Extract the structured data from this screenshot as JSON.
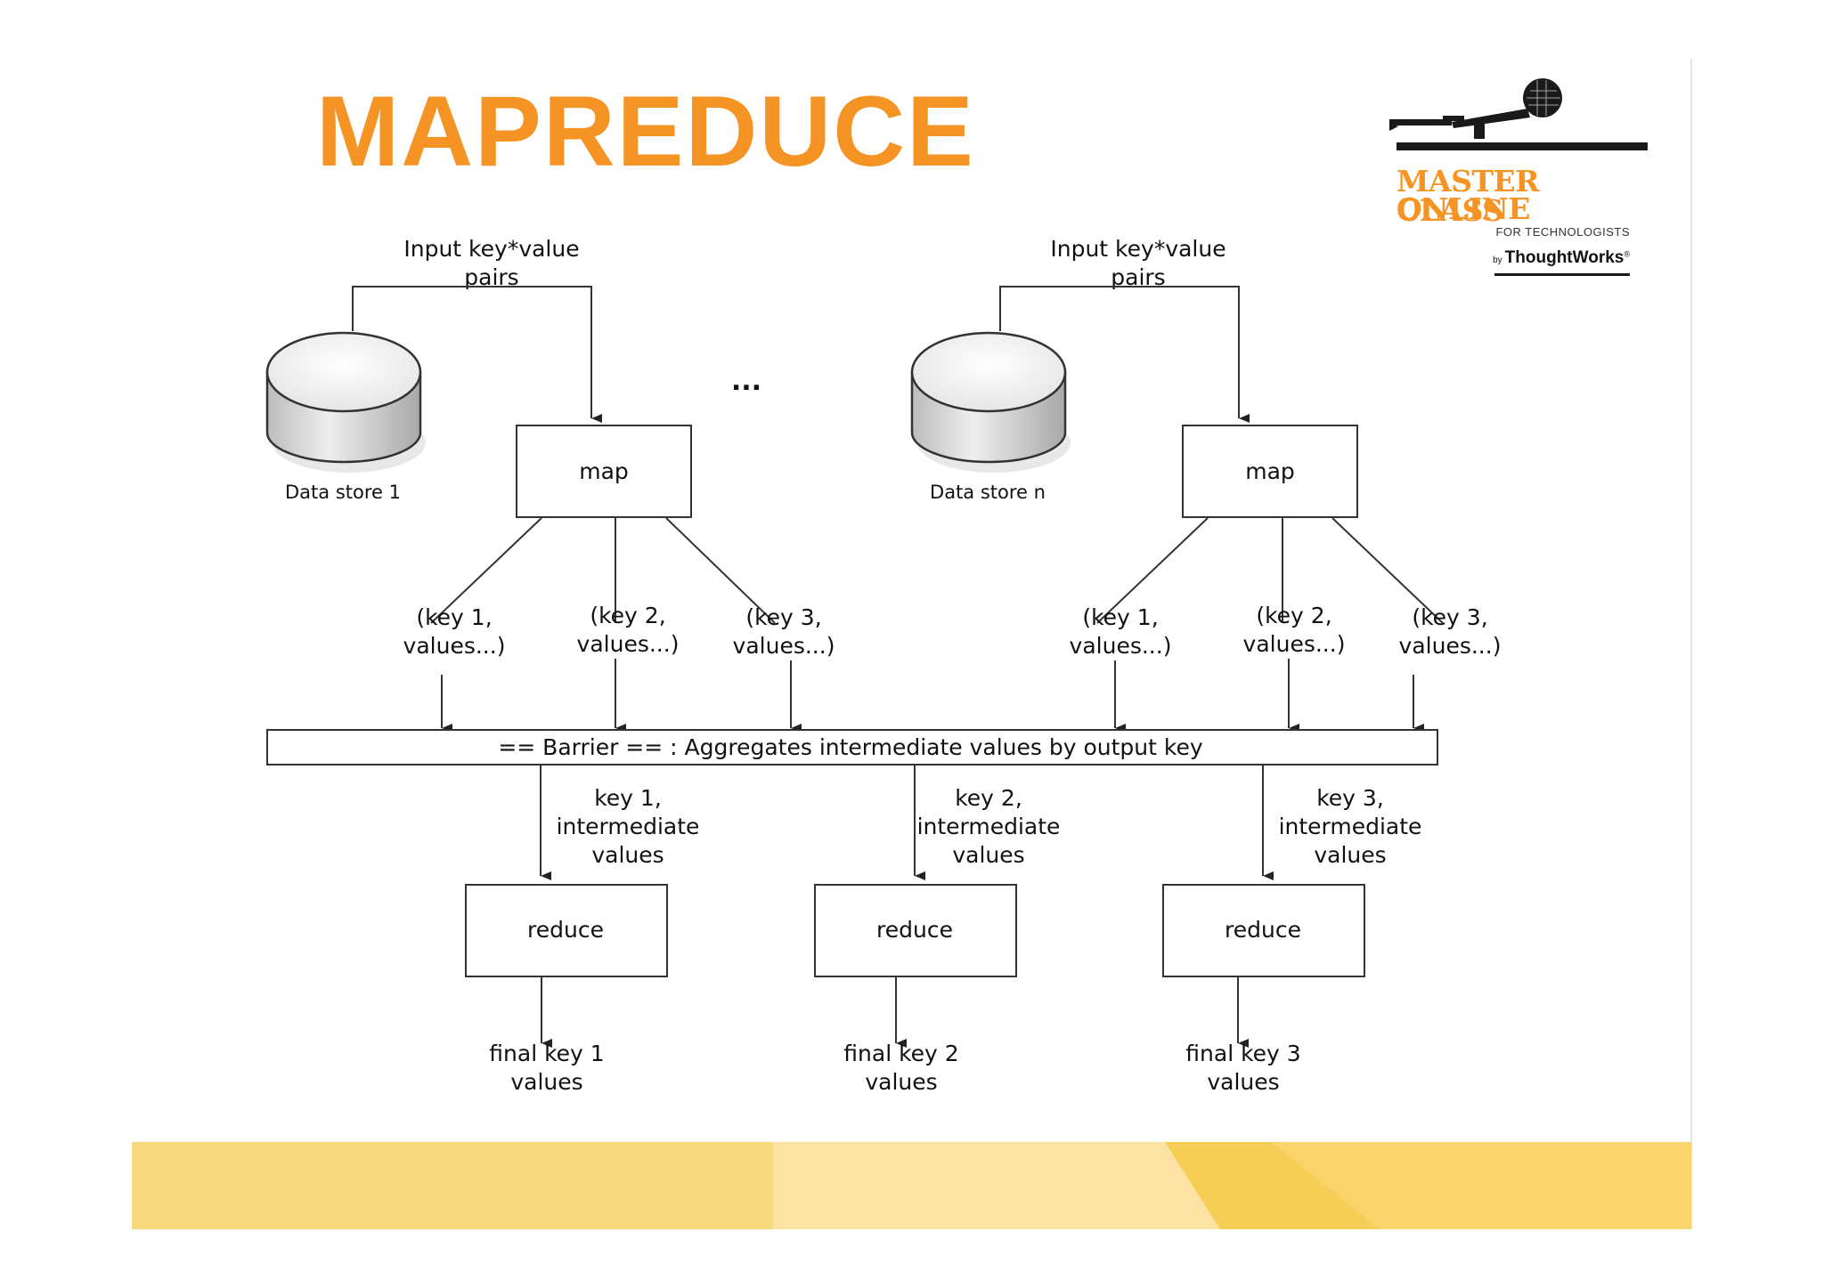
{
  "title": "MAPREDUCE",
  "logo": {
    "line1": "MASTER CLASS",
    "line2": "ONLINE",
    "tagline": "FOR TECHNOLOGISTS",
    "by": "by",
    "company": "ThoughtWorks",
    "mark": "®",
    "icon": "microphone-icon"
  },
  "diagram": {
    "inputs": [
      {
        "label_line1": "Input key*value",
        "label_line2": "pairs",
        "store": "Data store 1",
        "map": "map"
      },
      {
        "label_line1": "Input key*value",
        "label_line2": "pairs",
        "store": "Data store n",
        "map": "map"
      }
    ],
    "ellipsis": "...",
    "map_outputs": [
      {
        "line1": "(key 1,",
        "line2": "values...)"
      },
      {
        "line1": "(key 2,",
        "line2": "values...)"
      },
      {
        "line1": "(key 3,",
        "line2": "values...)"
      },
      {
        "line1": "(key 1,",
        "line2": "values...)"
      },
      {
        "line1": "(key 2,",
        "line2": "values...)"
      },
      {
        "line1": "(key 3,",
        "line2": "values...)"
      }
    ],
    "barrier": "== Barrier ==  : Aggregates intermediate values by output key",
    "intermediates": [
      {
        "line1": "key 1,",
        "line2": "intermediate",
        "line3": "values"
      },
      {
        "line1": "key 2,",
        "line2": "intermediate",
        "line3": "values"
      },
      {
        "line1": "key 3,",
        "line2": "intermediate",
        "line3": "values"
      }
    ],
    "reduces": [
      {
        "label": "reduce",
        "out1": "final key 1",
        "out2": "values"
      },
      {
        "label": "reduce",
        "out1": "final key 2",
        "out2": "values"
      },
      {
        "label": "reduce",
        "out1": "final key 3",
        "out2": "values"
      }
    ]
  },
  "colors": {
    "title": "#f59424",
    "footer_base": "#f8d77a",
    "footer_light": "#fce6b0",
    "footer_accent": "#f6cc4a"
  }
}
